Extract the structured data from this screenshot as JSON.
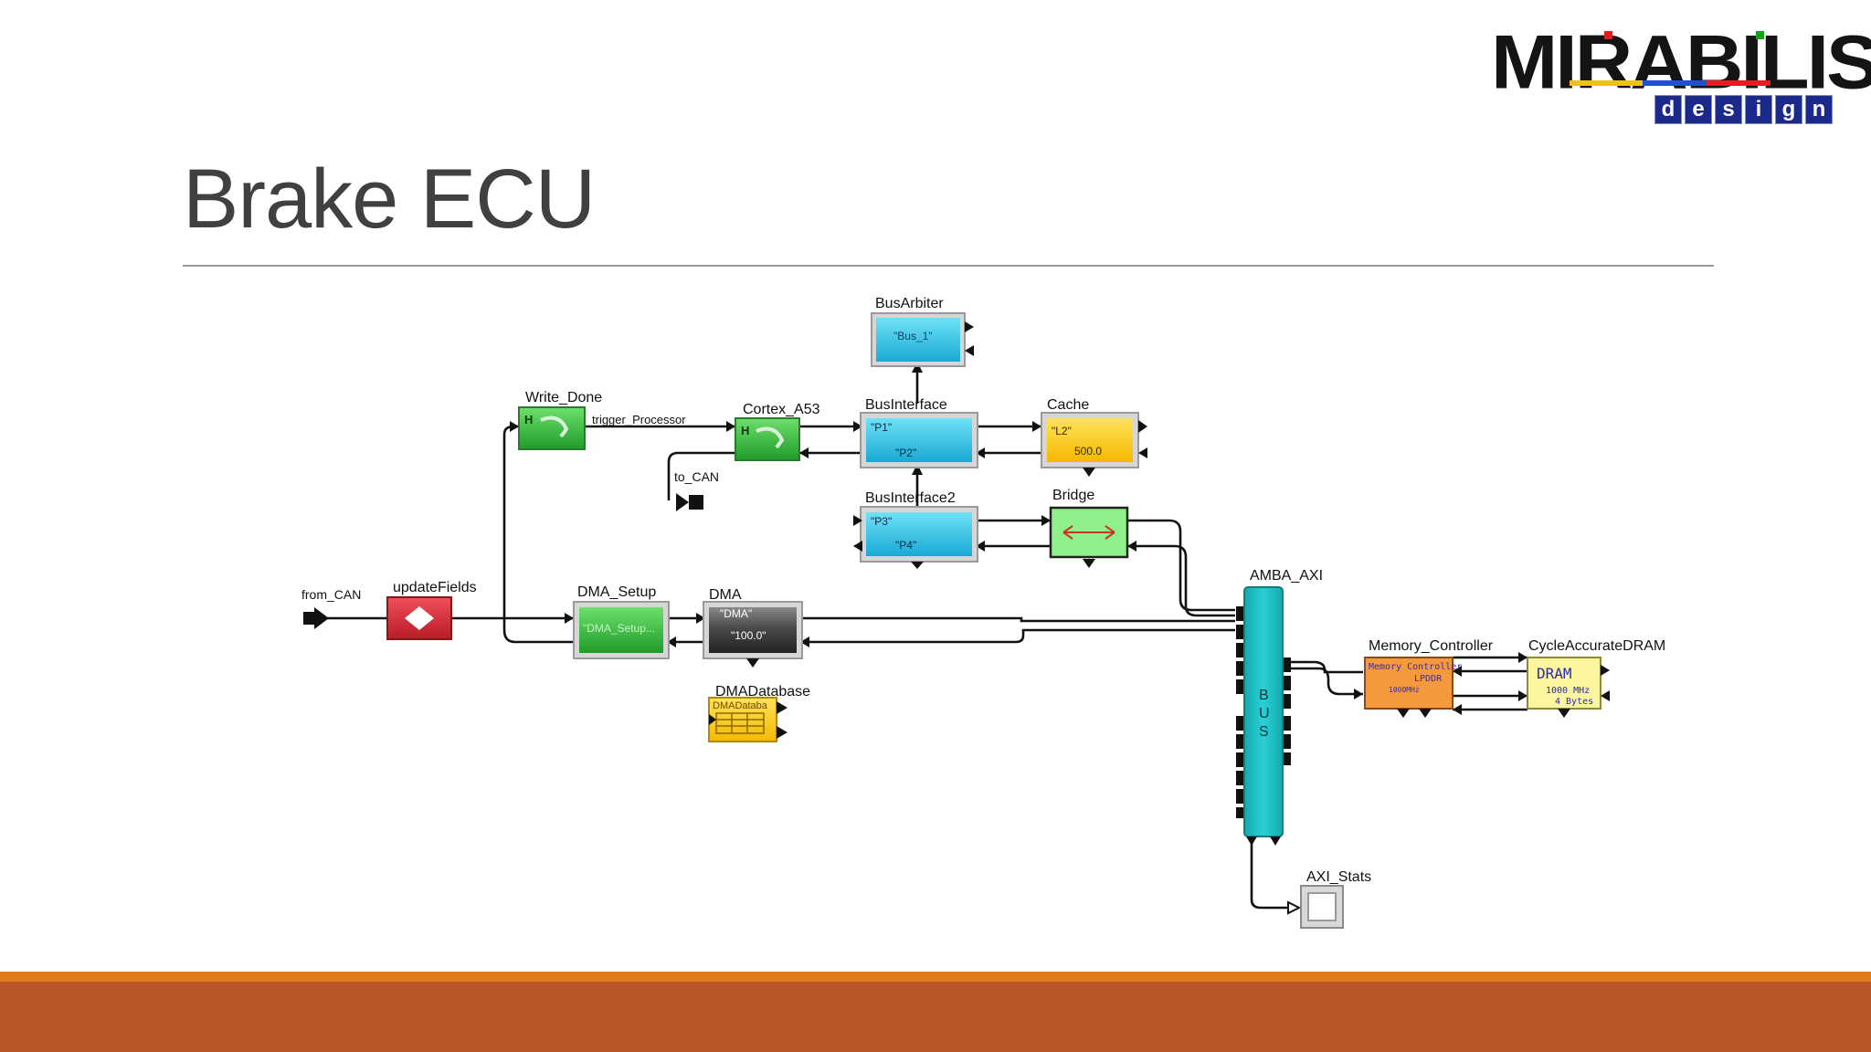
{
  "logo": {
    "wordmark": "MIRABILIS",
    "subword": [
      "d",
      "e",
      "s",
      "i",
      "g",
      "n"
    ]
  },
  "slide": {
    "title": "Brake ECU"
  },
  "colors": {
    "accent_orange": "#e07b1c",
    "footer_rust": "#bb5628",
    "bus_teal": "#1bbcc0",
    "cyan_block": "#2bc4e4",
    "green_block": "#3cb843",
    "red_block": "#d62a33",
    "yellow_block": "#ffd21e",
    "orange_block": "#f59a3c"
  },
  "diagram": {
    "blocks": {
      "bus_arbiter": {
        "label": "BusArbiter",
        "text1": "\"Bus_1\""
      },
      "write_done": {
        "label": "Write_Done",
        "icon": "H"
      },
      "cortex": {
        "label": "Cortex_A53",
        "icon": "H"
      },
      "bus_interface": {
        "label": "BusInterface",
        "text1": "\"P1\"",
        "text2": "\"P2\""
      },
      "cache": {
        "label": "Cache",
        "text1": "\"L2\"",
        "text2": "500.0"
      },
      "bus_interface2": {
        "label": "BusInterface2",
        "text1": "\"P3\"",
        "text2": "\"P4\""
      },
      "bridge": {
        "label": "Bridge"
      },
      "from_can": {
        "label": "from_CAN"
      },
      "update_fields": {
        "label": "updateFields"
      },
      "dma_setup": {
        "label": "DMA_Setup",
        "text1": "\"DMA_Setup..."
      },
      "dma": {
        "label": "DMA",
        "text1": "\"DMA\"",
        "text2": "\"100.0\""
      },
      "dma_database": {
        "label": "DMADatabase",
        "text1": "DMADataba"
      },
      "amba_axi": {
        "label": "AMBA_AXI",
        "bus_letters": [
          "B",
          "U",
          "S"
        ]
      },
      "memory_controller": {
        "label": "Memory_Controller",
        "text1": "Memory Controller",
        "text2": "LPDDR",
        "text3": "1000MHz"
      },
      "dram": {
        "label": "CycleAccurateDRAM",
        "text1": "DRAM",
        "text2": "1000 MHz",
        "text3": "4 Bytes"
      },
      "axi_stats": {
        "label": "AXI_Stats"
      },
      "to_can": {
        "label": "to_CAN"
      }
    },
    "wire_labels": {
      "trigger": "trigger_Processor"
    }
  }
}
